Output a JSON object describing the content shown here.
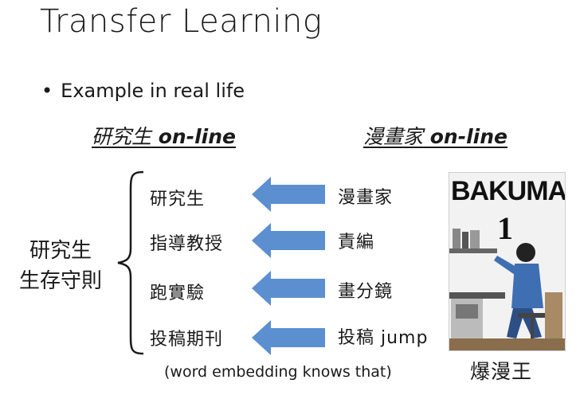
{
  "slide": {
    "title": "Transfer Learning",
    "bullet": "Example in real life",
    "left_header_cjk": "研究生",
    "left_header_suffix": " on-line",
    "right_header_cjk": "漫畫家",
    "right_header_suffix": " on-line",
    "rule_label_line1": "研究生",
    "rule_label_line2": "生存守則",
    "rows": [
      {
        "left": "研究生",
        "right": "漫畫家"
      },
      {
        "left": "指導教授",
        "right": "責編"
      },
      {
        "left": "跑實驗",
        "right": "畫分鏡"
      },
      {
        "left": "投稿期刊",
        "right": "投稿 jump"
      }
    ],
    "note": "(word embedding knows that)",
    "cover_title": "BAKUMAN",
    "cover_volume": "1",
    "cover_caption": "爆漫王",
    "arrow_color": "#5b8fd0"
  }
}
